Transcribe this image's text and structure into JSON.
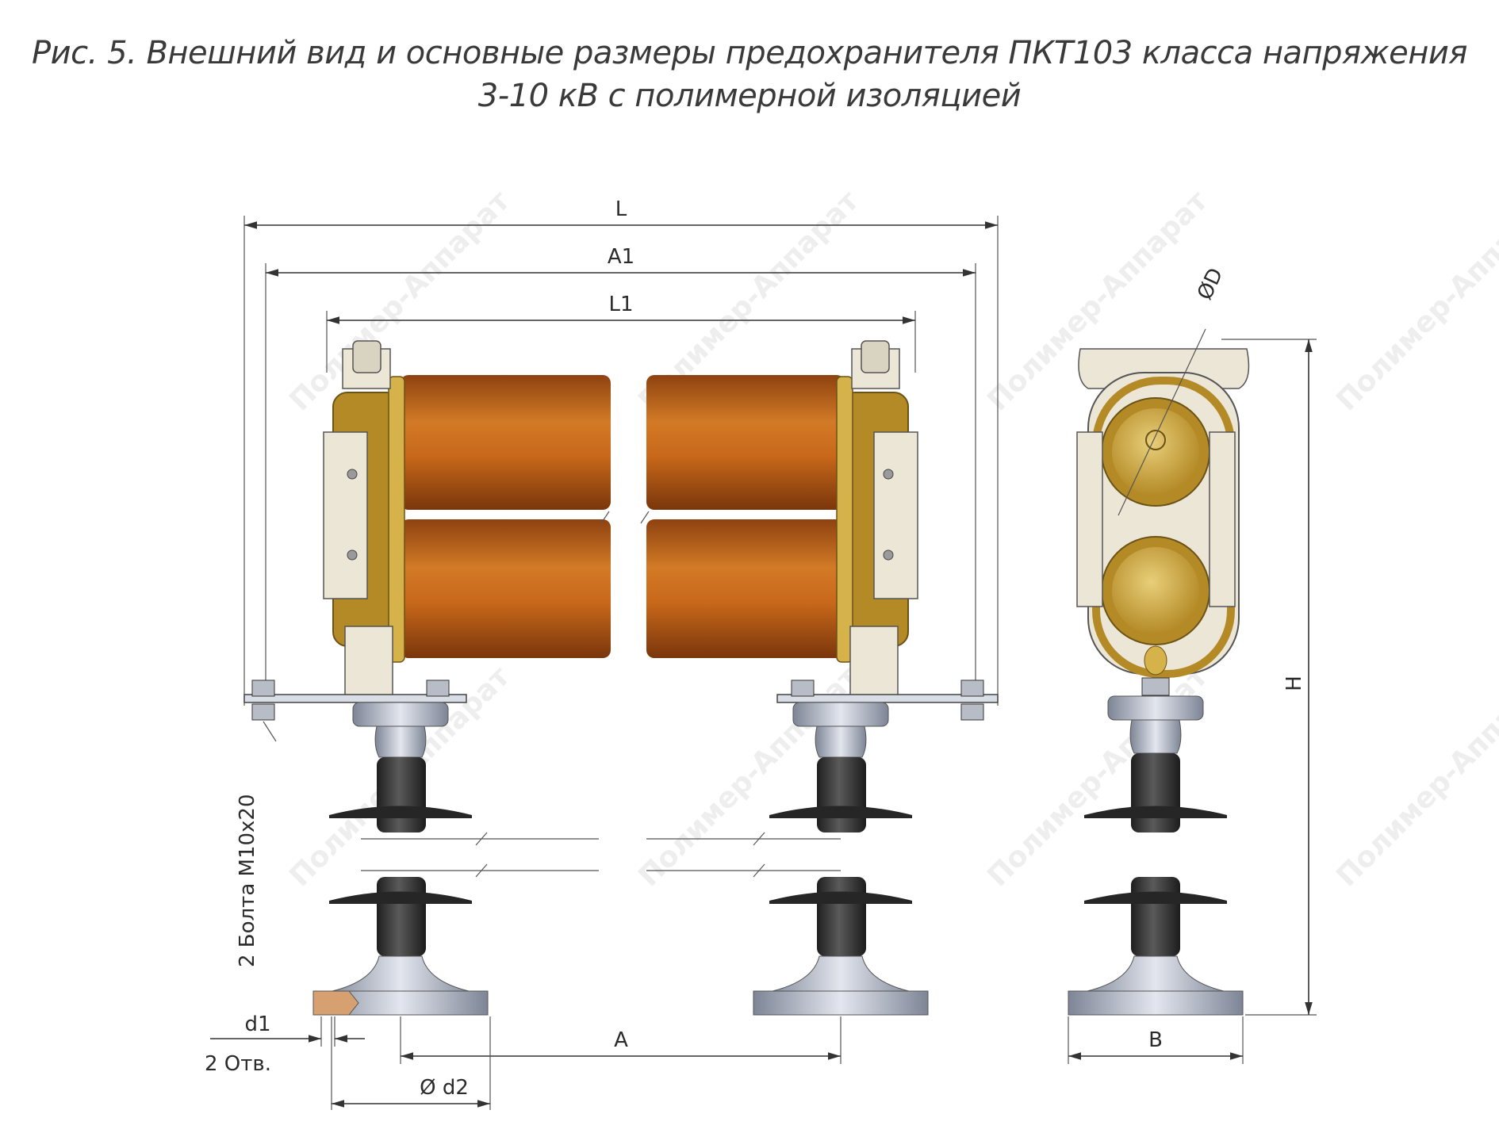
{
  "figure": {
    "caption": "Рис. 5. Внешний вид и основные размеры предохранителя ПКТ103 класса напряжения 3-10 кВ с полимерной изоляцией"
  },
  "dimensions": {
    "L": "L",
    "A1": "A1",
    "L1": "L1",
    "D": "ØD",
    "H": "H",
    "A": "A",
    "B": "B",
    "d1": "d1",
    "d2": "Ø d2",
    "holes": "2 Отв.",
    "bolts": "2 Болта М10х20"
  },
  "watermark": {
    "text": "Полимер-Аппарат"
  },
  "colors": {
    "fuse_body": "#c8681a",
    "fuse_body_dark": "#8e4210",
    "brass": "#c9a43a",
    "insulator": "#3a3a3a",
    "metal": "#a7aebf",
    "bracket": "#ece6d6"
  }
}
